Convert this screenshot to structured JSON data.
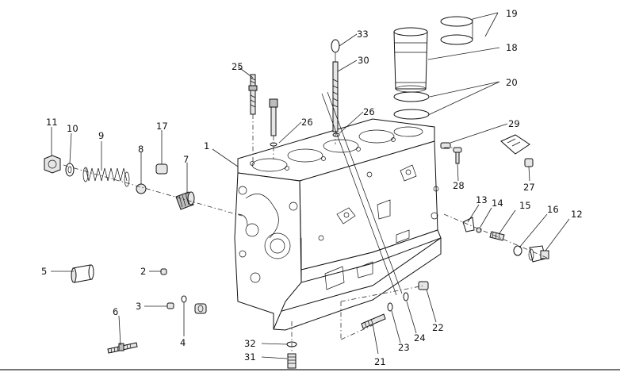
{
  "callouts": [
    {
      "id": "1",
      "label": "1"
    },
    {
      "id": "2",
      "label": "2"
    },
    {
      "id": "3",
      "label": "3"
    },
    {
      "id": "4",
      "label": "4"
    },
    {
      "id": "5",
      "label": "5"
    },
    {
      "id": "6",
      "label": "6"
    },
    {
      "id": "7",
      "label": "7"
    },
    {
      "id": "8",
      "label": "8"
    },
    {
      "id": "9",
      "label": "9"
    },
    {
      "id": "10",
      "label": "10"
    },
    {
      "id": "11",
      "label": "11"
    },
    {
      "id": "12",
      "label": "12"
    },
    {
      "id": "13",
      "label": "13"
    },
    {
      "id": "14",
      "label": "14"
    },
    {
      "id": "15",
      "label": "15"
    },
    {
      "id": "16",
      "label": "16"
    },
    {
      "id": "17",
      "label": "17"
    },
    {
      "id": "18",
      "label": "18"
    },
    {
      "id": "19",
      "label": "19"
    },
    {
      "id": "20",
      "label": "20"
    },
    {
      "id": "21",
      "label": "21"
    },
    {
      "id": "22",
      "label": "22"
    },
    {
      "id": "23",
      "label": "23"
    },
    {
      "id": "24",
      "label": "24"
    },
    {
      "id": "25",
      "label": "25"
    },
    {
      "id": "26a",
      "label": "26"
    },
    {
      "id": "26b",
      "label": "26"
    },
    {
      "id": "27",
      "label": "27"
    },
    {
      "id": "28",
      "label": "28"
    },
    {
      "id": "29",
      "label": "29"
    },
    {
      "id": "30",
      "label": "30"
    },
    {
      "id": "31",
      "label": "31"
    },
    {
      "id": "32",
      "label": "32"
    },
    {
      "id": "33",
      "label": "33"
    }
  ]
}
